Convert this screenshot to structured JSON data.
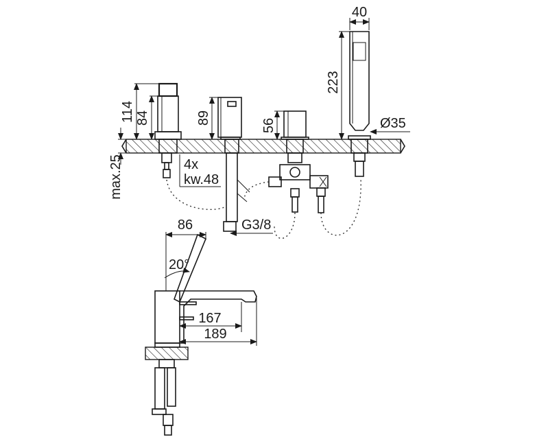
{
  "dimensions": {
    "shower_width": "40",
    "shower_height": "223",
    "shower_diameter": "Ø35",
    "lever_total_height": "114",
    "lever_body_height": "84",
    "spout_valve_height": "89",
    "diverter_height": "56",
    "deck_thickness": "max.25",
    "hole_count": "4x",
    "hole_size": "kw.48",
    "thread": "G3/8",
    "spout_offset": "86",
    "lever_angle": "20°",
    "spout_reach_inner": "167",
    "spout_reach_outer": "189"
  }
}
